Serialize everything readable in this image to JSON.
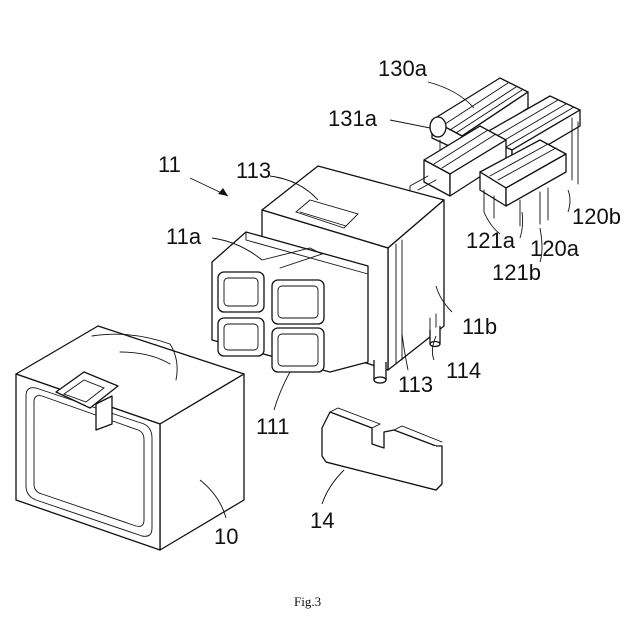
{
  "labels": {
    "l11": "11",
    "l113_top": "113",
    "l11a": "11a",
    "l130a": "130a",
    "l131a": "131a",
    "l120b": "120b",
    "l121a": "121a",
    "l120a": "120a",
    "l121b": "121b",
    "l11b": "11b",
    "l114": "114",
    "l113_bottom": "113",
    "l111": "111",
    "l10": "10",
    "l14": "14"
  },
  "caption": "Fig.3"
}
